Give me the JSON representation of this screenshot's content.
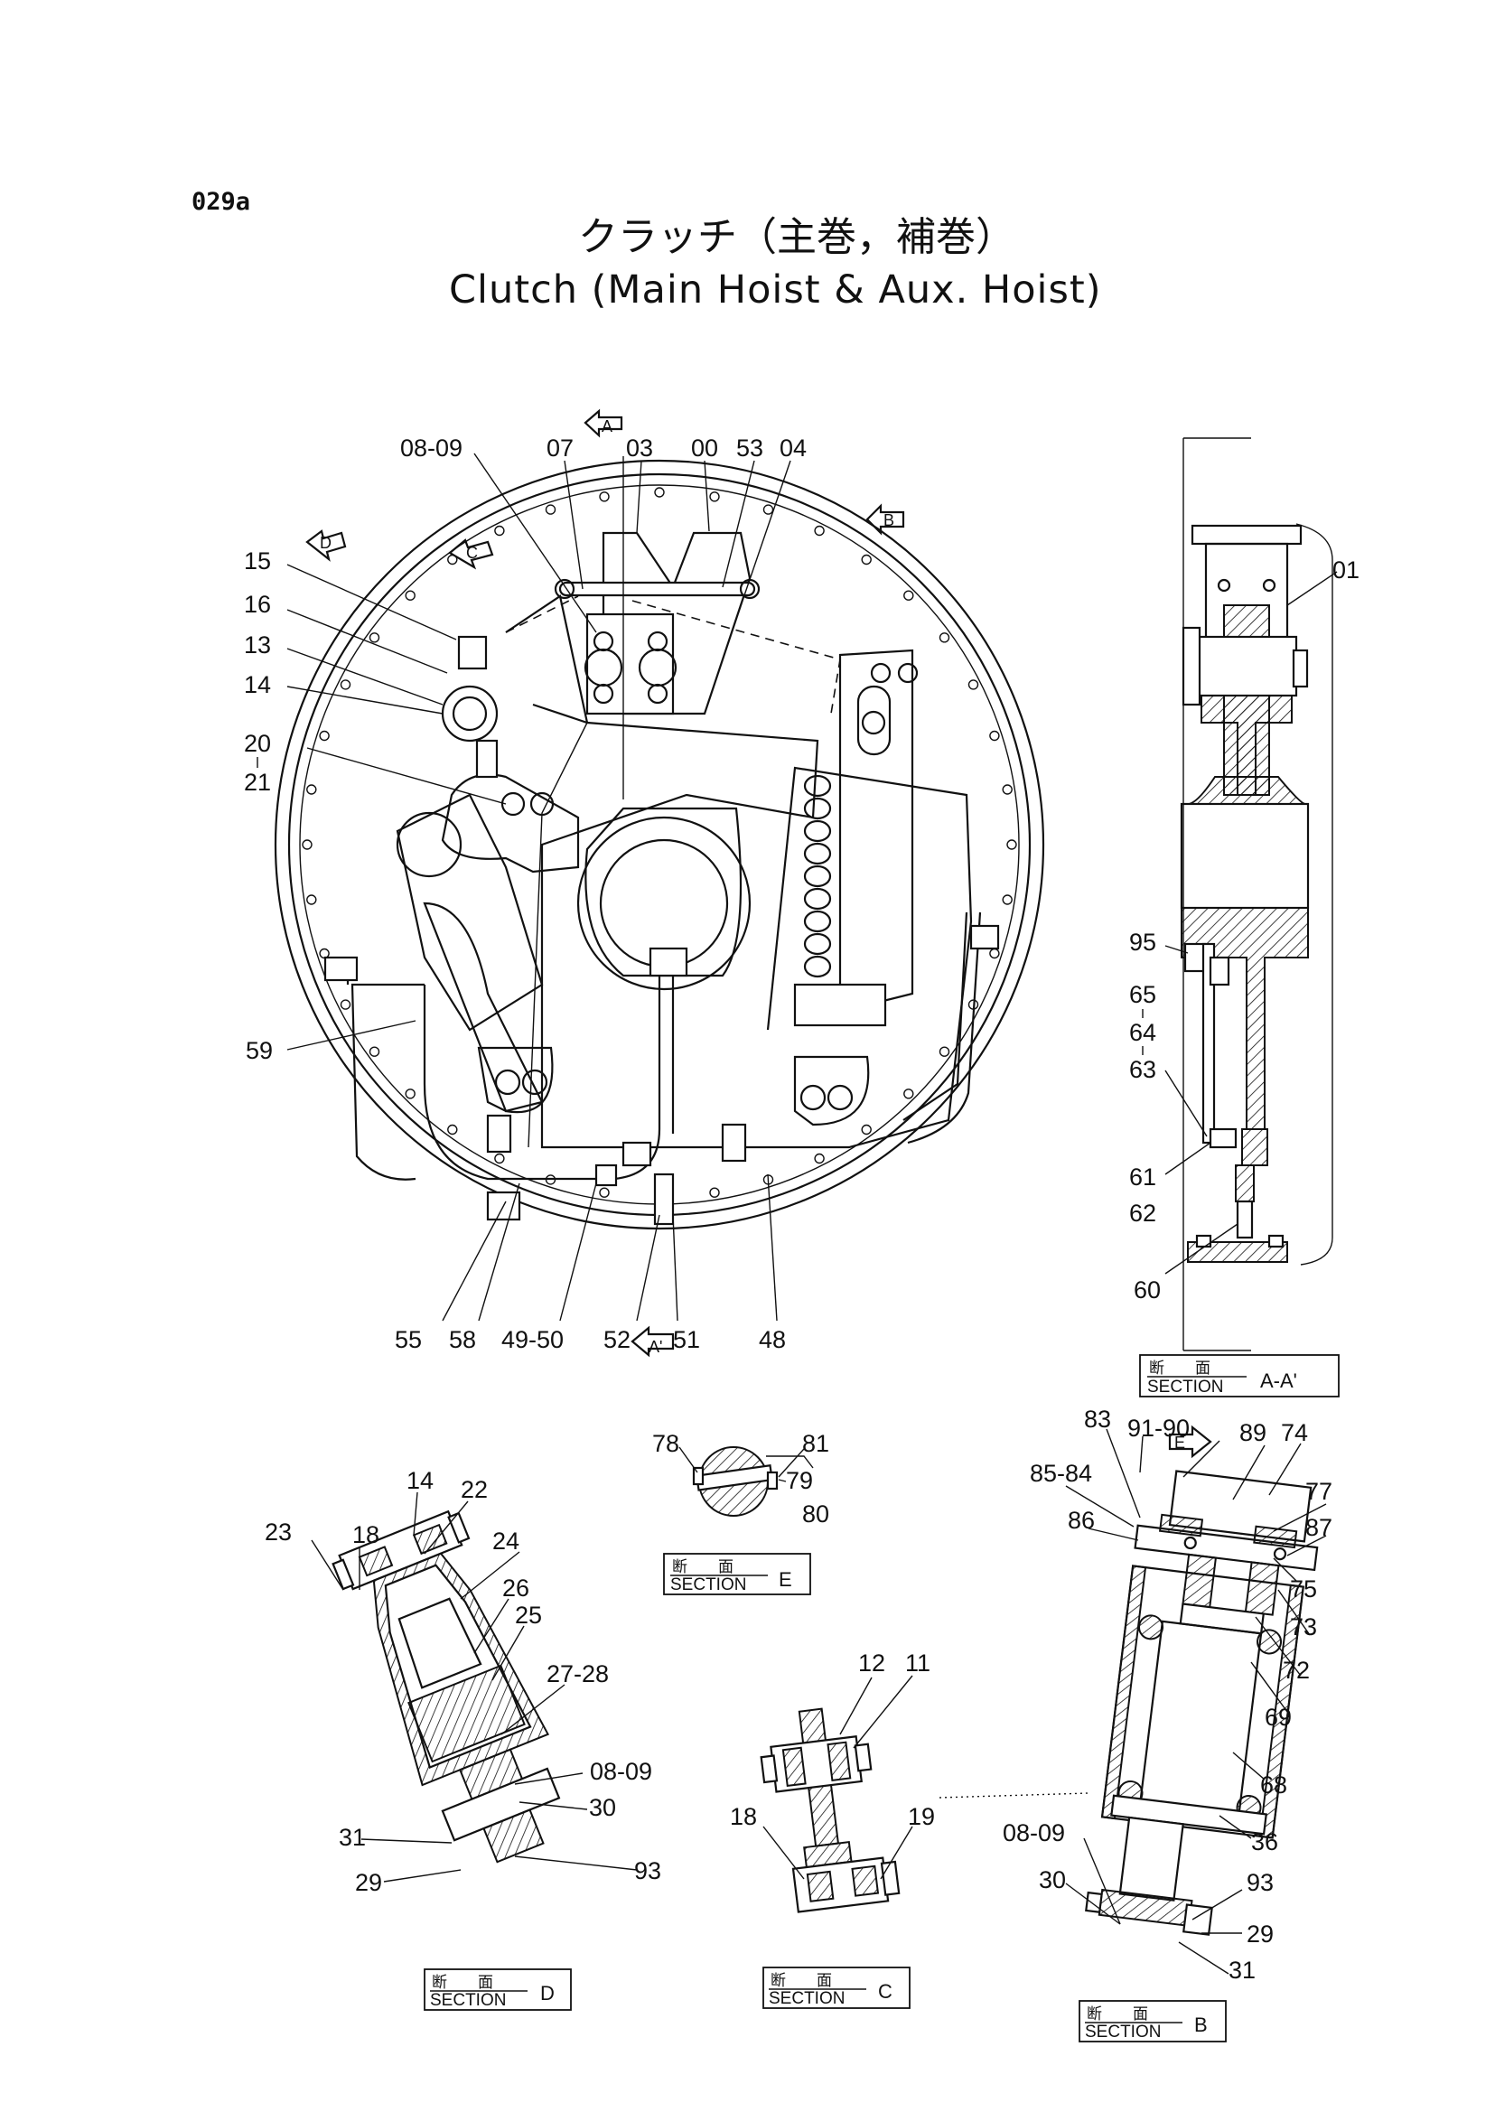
{
  "sheet": {
    "code": "029a",
    "title_jp": "クラッチ（主巻，補巻）",
    "title_en": "Clutch (Main Hoist & Aux. Hoist)"
  },
  "section_markers": {
    "a_top": "A",
    "a_bottom": "A'",
    "b": "B",
    "c": "C",
    "d": "D",
    "e": "E"
  },
  "main_view_labels": {
    "p0809": "08-09",
    "p07": "07",
    "p03": "03",
    "p00": "00",
    "p53": "53",
    "p04": "04",
    "p15": "15",
    "p16": "16",
    "p13": "13",
    "p14": "14",
    "p20": "20",
    "p21": "21",
    "p59": "59",
    "p55": "55",
    "p58": "58",
    "p4950": "49-50",
    "p52": "52",
    "p51": "51",
    "p48": "48"
  },
  "section_aa_labels": {
    "p01": "01",
    "p95": "95",
    "p65": "65",
    "p64": "64",
    "p63": "63",
    "p61": "61",
    "p62": "62",
    "p60": "60"
  },
  "section_e_labels": {
    "p78": "78",
    "p81": "81",
    "p79": "79",
    "p80": "80"
  },
  "section_d_labels": {
    "p14": "14",
    "p18": "18",
    "p22": "22",
    "p23": "23",
    "p24": "24",
    "p26": "26",
    "p25": "25",
    "p2728": "27-28",
    "p0809": "08-09",
    "p30": "30",
    "p31": "31",
    "p29": "29",
    "p93": "93"
  },
  "section_c_labels": {
    "p12": "12",
    "p11": "11",
    "p18": "18",
    "p19": "19"
  },
  "section_b_labels": {
    "p83": "83",
    "p9190": "91-90",
    "p89": "89",
    "p74": "74",
    "p8584": "85-84",
    "p77": "77",
    "p86": "86",
    "p87": "87",
    "p75": "75",
    "p73": "73",
    "p72": "72",
    "p69": "69",
    "p68": "68",
    "p36": "36",
    "p0809": "08-09",
    "p30": "30",
    "p93": "93",
    "p29": "29",
    "p31": "31"
  },
  "captions": {
    "jp": "断　　面",
    "word": "SECTION",
    "aa": "A-A'",
    "e": "E",
    "d": "D",
    "c": "C",
    "b": "B"
  }
}
